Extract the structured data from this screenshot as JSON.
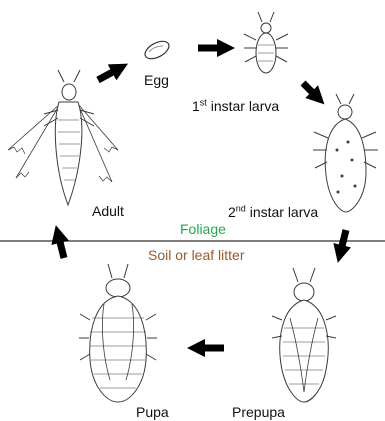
{
  "stages": {
    "egg": "Egg",
    "larva1": {
      "ordinal": "1",
      "suffix": "st",
      "label": " instar larva"
    },
    "larva2": {
      "ordinal": "2",
      "suffix": "nd",
      "label": " instar larva"
    },
    "prepupa": "Prepupa",
    "pupa": "Pupa",
    "adult": "Adult"
  },
  "zones": {
    "above": "Foliage",
    "below": "Soil or leaf litter"
  },
  "colors": {
    "foliage": "#22a84a",
    "soil": "#9a5a2e",
    "arrow": "#000000",
    "divider": "#333333",
    "sketch": "#3a3a3a"
  },
  "icons": [
    "egg-icon",
    "larva-icon",
    "prepupa-icon",
    "pupa-icon",
    "adult-thrips-icon",
    "arrow-icon"
  ]
}
